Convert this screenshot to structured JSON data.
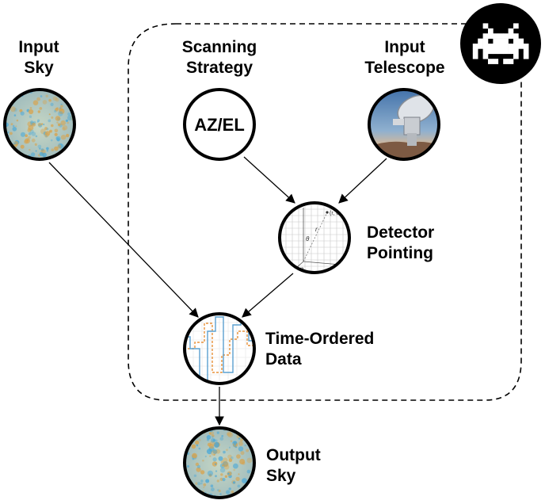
{
  "nodes": {
    "input_sky": {
      "label": "Input\nSky"
    },
    "scanning_strategy": {
      "label": "Scanning\nStrategy",
      "inner_text": "AZ/EL"
    },
    "input_telescope": {
      "label": "Input\nTelescope"
    },
    "detector_pointing": {
      "label": "Detector\nPointing",
      "axis_labels": {
        "theta": "θ",
        "r": "r",
        "phi": "φ",
        "coord": "(r, θ"
      }
    },
    "time_ordered_data": {
      "label": "Time-Ordered\nData"
    },
    "output_sky": {
      "label": "Output\nSky"
    }
  },
  "edges": [
    {
      "from": "input_sky",
      "to": "time_ordered_data"
    },
    {
      "from": "scanning_strategy",
      "to": "detector_pointing"
    },
    {
      "from": "input_telescope",
      "to": "detector_pointing"
    },
    {
      "from": "detector_pointing",
      "to": "time_ordered_data"
    },
    {
      "from": "time_ordered_data",
      "to": "output_sky"
    }
  ],
  "badge": {
    "icon": "space-invader-icon"
  },
  "colors": {
    "outline": "#000000",
    "sky_base": "#a8c8c0",
    "sky_warm": "#d9a24a",
    "sky_cool": "#4aa8d8",
    "tod_blue": "#5aa0d0",
    "tod_orange": "#e8923a",
    "grid": "#c8c8c8"
  }
}
